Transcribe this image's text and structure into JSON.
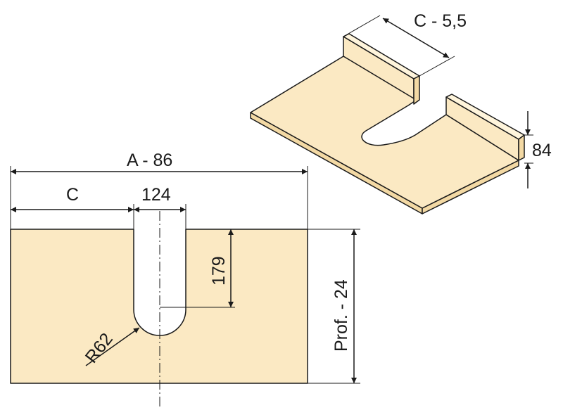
{
  "colors": {
    "panel_fill": "#fbe9c3",
    "panel_side": "#f3d9a4",
    "panel_top_edge": "#fff5dc",
    "line": "#1a1a1a",
    "background": "#ffffff"
  },
  "labels": {
    "total_width": "A - 86",
    "offset_c": "C",
    "slot_width": "124",
    "slot_depth": "179",
    "slot_radius": "R62",
    "depth": "Prof. - 24",
    "rim_offset": "C - 5,5",
    "rim_height": "84"
  }
}
